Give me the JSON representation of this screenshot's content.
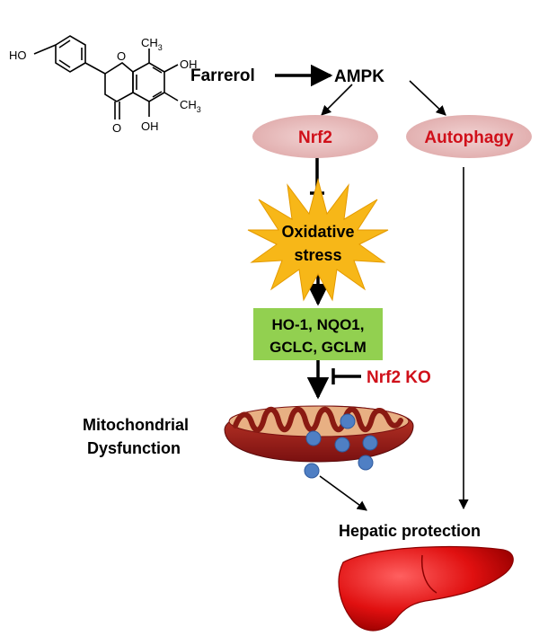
{
  "molecule": {
    "atom_labels": {
      "ho_top_left": "HO",
      "ch3_top": "CH",
      "ch3_top_sub": "3",
      "oh_right": "OH",
      "ch3_right": "CH",
      "ch3_right_sub": "3",
      "o_carbonyl": "O",
      "oh_bottom": "OH"
    }
  },
  "nodes": {
    "farrerol": "Farrerol",
    "ampk": "AMPK",
    "nrf2": "Nrf2",
    "autophagy": "Autophagy",
    "oxidative_line1": "Oxidative",
    "oxidative_line2": "stress",
    "genes_line1": "HO-1, NQO1,",
    "genes_line2": "GCLC, GCLM",
    "nrf2_ko": "Nrf2 KO",
    "mito_line1": "Mitochondrial",
    "mito_line2": "Dysfunction",
    "hepatic": "Hepatic protection"
  },
  "colors": {
    "ellipse_fill": "#e5b8b8",
    "red_text": "#d0101a",
    "star_fill": "#f7b718",
    "genes_fill": "#92d050",
    "mito_outer": "#a02020",
    "mito_inner": "#e8b083",
    "dot_fill": "#4f7fc4",
    "liver_fill": "#e01010"
  }
}
